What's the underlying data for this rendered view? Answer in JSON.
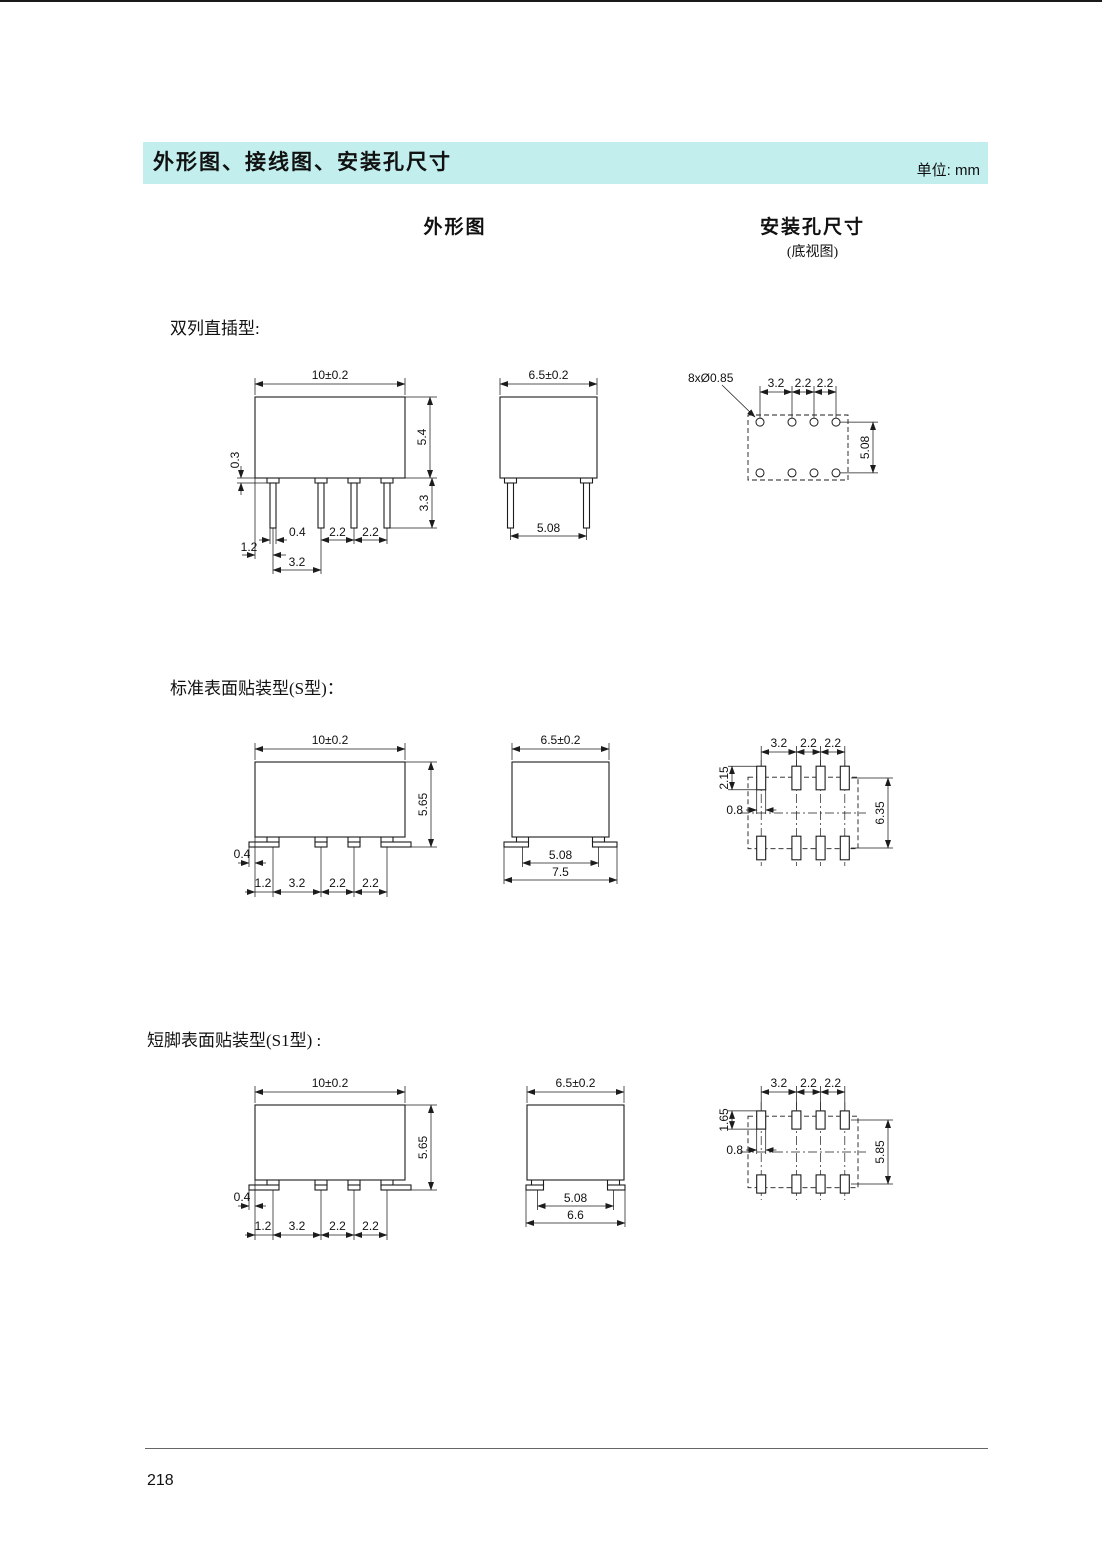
{
  "header": {
    "title": "外形图、接线图、安装孔尺寸",
    "unit": "单位: mm"
  },
  "columns": {
    "outline": "外形图",
    "mounting": "安装孔尺寸",
    "mounting_view": "(底视图)"
  },
  "sections": {
    "dip": {
      "label": "双列直插型:",
      "front": {
        "w": "10±0.2",
        "h": "5.4",
        "lip": "0.3",
        "pin_len": "3.3",
        "pin_w": "0.4",
        "margin": "1.2",
        "pitch1": "3.2",
        "pitch2": "2.2",
        "pitch3": "2.2"
      },
      "side": {
        "w": "6.5±0.2",
        "span": "5.08"
      },
      "holes": {
        "callout": "8xØ0.85",
        "pitch1": "3.2",
        "pitch2": "2.2",
        "pitch3": "2.2",
        "row_span": "5.08"
      }
    },
    "smt_s": {
      "label": "标准表面贴装型(S型)：",
      "front": {
        "w": "10±0.2",
        "h": "5.65",
        "foot": "0.4",
        "margin": "1.2",
        "pitch1": "3.2",
        "pitch2": "2.2",
        "pitch3": "2.2"
      },
      "side": {
        "w": "6.5±0.2",
        "span": "5.08",
        "total": "7.5"
      },
      "pads": {
        "pitch1": "3.2",
        "pitch2": "2.2",
        "pitch3": "2.2",
        "pad_h": "2.15",
        "pad_w": "0.8",
        "row_span": "6.35"
      }
    },
    "smt_s1": {
      "label": "短脚表面贴装型(S1型) :",
      "front": {
        "w": "10±0.2",
        "h": "5.65",
        "foot": "0.4",
        "margin": "1.2",
        "pitch1": "3.2",
        "pitch2": "2.2",
        "pitch3": "2.2"
      },
      "side": {
        "w": "6.5±0.2",
        "span": "5.08",
        "total": "6.6"
      },
      "pads": {
        "pitch1": "3.2",
        "pitch2": "2.2",
        "pitch3": "2.2",
        "pad_h": "1.65",
        "pad_w": "0.8",
        "row_span": "5.85"
      }
    }
  },
  "footer": {
    "page_number": "218"
  },
  "colors": {
    "header_bg": "#c2efee",
    "line": "#1c1c1c"
  }
}
